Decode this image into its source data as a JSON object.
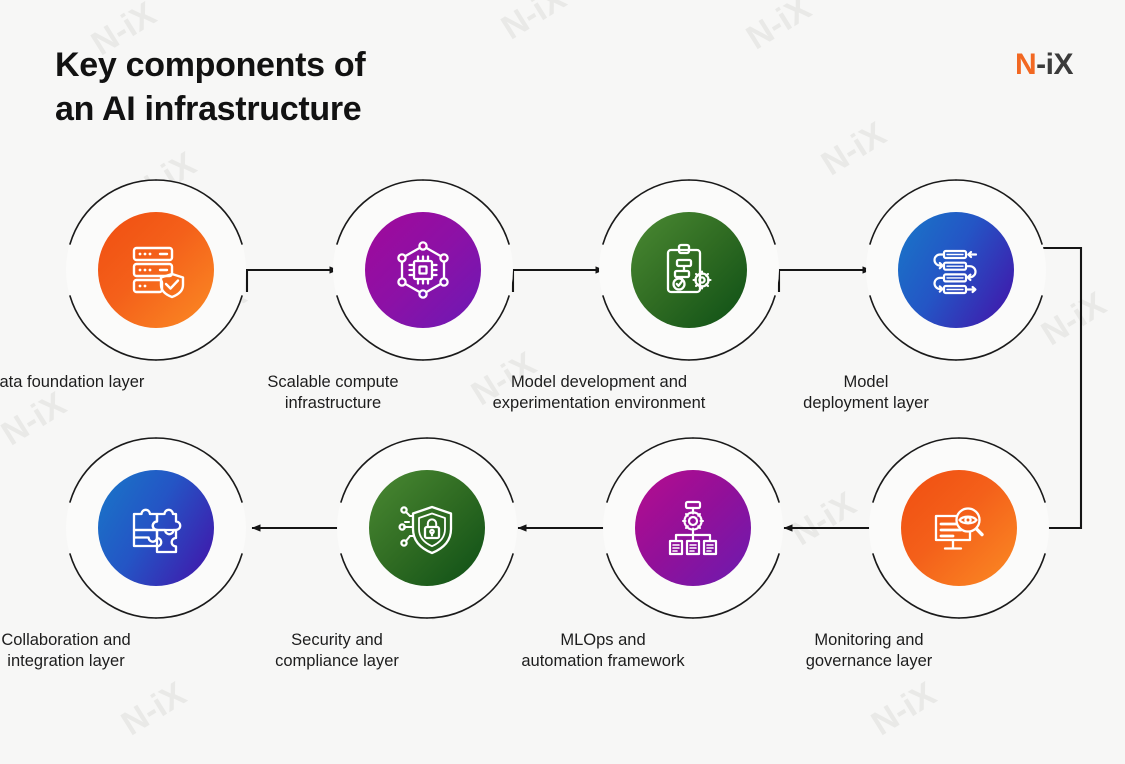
{
  "header": {
    "title": "Key components of\nan AI infrastructure",
    "logo_n": "N",
    "logo_ix": "-iX"
  },
  "watermark": {
    "text": "N-iX"
  },
  "colors": {
    "background": "#f7f7f6",
    "orange_start": "#f04e11",
    "orange_end": "#fb8b24",
    "purple_start": "#a1099a",
    "purple_end": "#6c19b5",
    "green_start": "#4b8a33",
    "green_end": "#0d4f16",
    "blue_start": "#1878c8",
    "blue_end": "#4410a8",
    "magenta_start": "#b60c8e",
    "magenta_end": "#6b1bb0",
    "logo_orange": "#f26822",
    "logo_dark": "#3b3b3b",
    "ring_stroke": "#1a1a1a",
    "connector": "#151515",
    "text": "#1d1d1d"
  },
  "nodes": [
    {
      "id": "data-foundation-layer",
      "label": "Data foundation layer",
      "icon": "server-shield-check-icon",
      "gradient": "orange",
      "row": 1,
      "order": 1
    },
    {
      "id": "scalable-compute-infrastructure",
      "label": "Scalable compute\ninfrastructure",
      "icon": "cpu-network-hexagon-icon",
      "gradient": "purple",
      "row": 1,
      "order": 2
    },
    {
      "id": "model-development-and-experimentation-environment",
      "label": "Model development and\nexperimentation environment",
      "icon": "clipboard-gears-check-icon",
      "gradient": "green",
      "row": 1,
      "order": 3
    },
    {
      "id": "model-deployment-layer",
      "label": "Model\ndeployment layer",
      "icon": "deployment-pipeline-icon",
      "gradient": "blue",
      "row": 1,
      "order": 4
    },
    {
      "id": "monitoring-and-governance-layer",
      "label": "Monitoring and\ngovernance layer",
      "icon": "monitor-magnifier-eye-icon",
      "gradient": "orange",
      "row": 2,
      "order": 5
    },
    {
      "id": "mlops-and-automation-framework",
      "label": "MLOps and\nautomation framework",
      "icon": "gear-workflow-documents-icon",
      "gradient": "magenta",
      "row": 2,
      "order": 6
    },
    {
      "id": "security-and-compliance-layer",
      "label": "Security and\ncompliance layer",
      "icon": "shield-lock-circuit-icon",
      "gradient": "green",
      "row": 2,
      "order": 7
    },
    {
      "id": "collaboration-and-integration-layer",
      "label": "Collaboration and\nintegration layer",
      "icon": "puzzle-pieces-icon",
      "gradient": "blue",
      "row": 2,
      "order": 8
    }
  ],
  "flow": {
    "direction_row1": "left-to-right",
    "direction_row2": "right-to-left",
    "connectors": 7
  }
}
